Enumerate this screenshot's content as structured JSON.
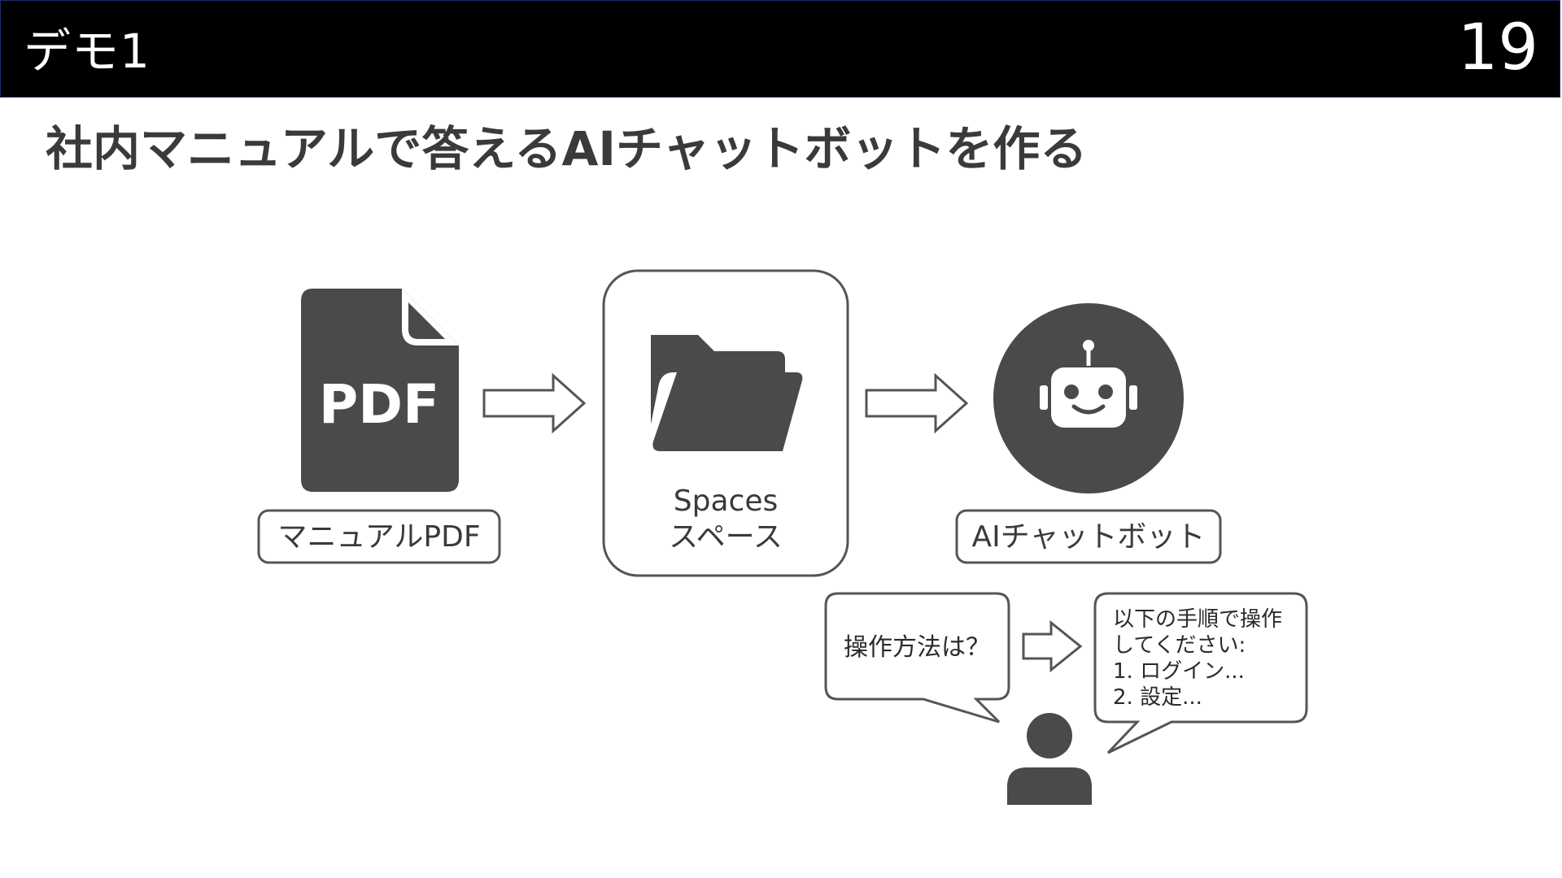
{
  "header": {
    "section_title": "デモ1",
    "slide_number": "19"
  },
  "page_title": "社内マニュアルで答えるAIチャットボットを作る",
  "diagram": {
    "pdf_icon_text": "PDF",
    "pdf_label": "マニュアルPDF",
    "spaces_label_en": "Spaces",
    "spaces_label_ja": "スペース",
    "chatbot_label": "AIチャットボット",
    "question_bubble": "操作方法は？",
    "answer_bubble_lines": [
      "以下の手順で操作",
      "してください:",
      "1. ログイン...",
      "2. 設定..."
    ]
  },
  "colors": {
    "icon_fill": "#4a4a4a",
    "stroke": "#555555",
    "header_bg": "#000000"
  }
}
